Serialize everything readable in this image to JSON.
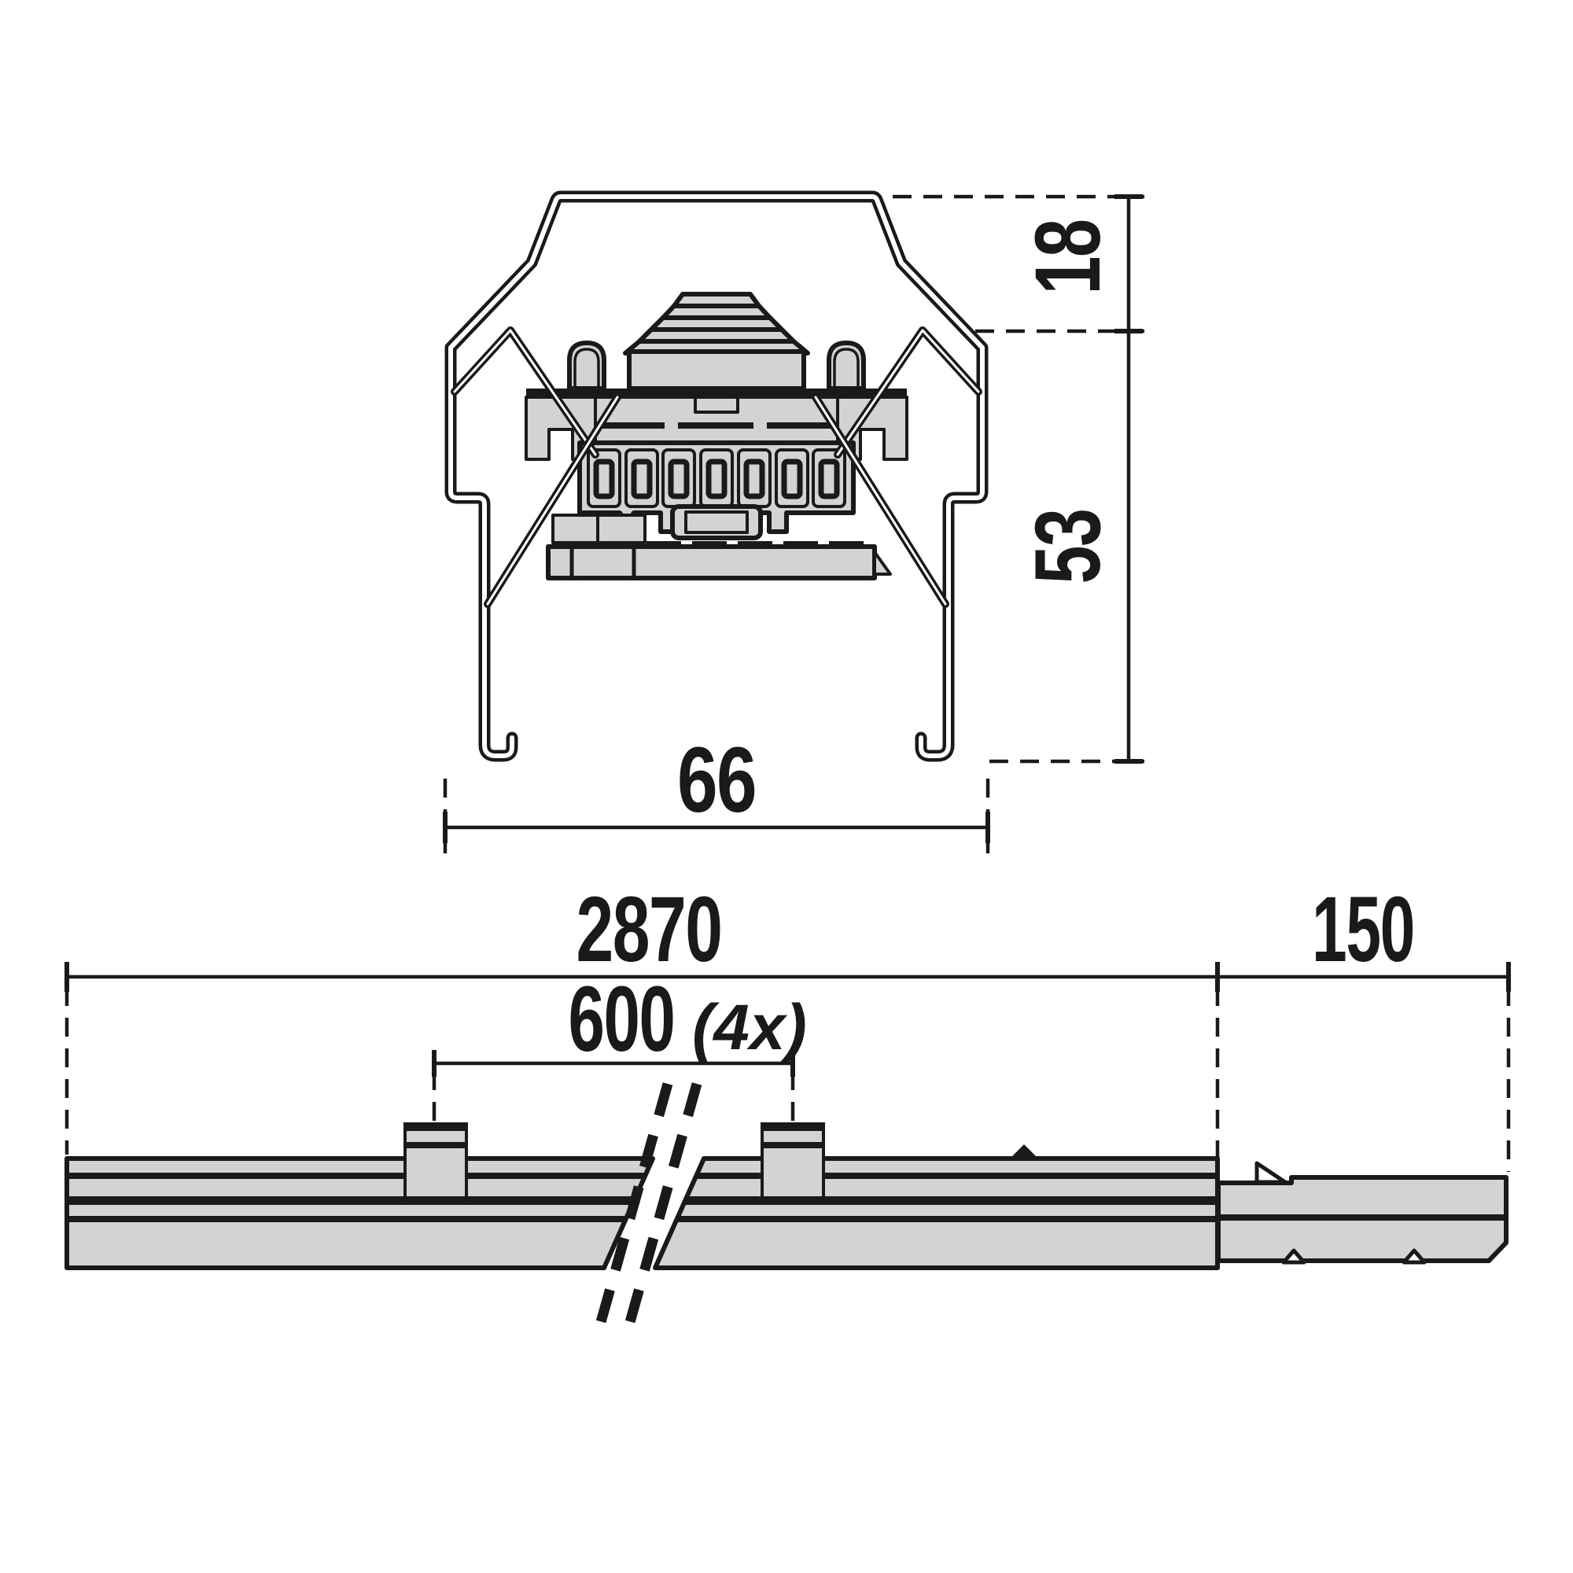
{
  "colors": {
    "line": "#1a1a1a",
    "fill": "#d3d3d3",
    "background": "#ffffff"
  },
  "cross_section_view": {
    "description": "cross section of trunking rail with mounting bracket, spring clips and 7-pole connector block",
    "dim_top_offset": "18",
    "dim_total_height": "53",
    "dim_width": "66"
  },
  "side_view": {
    "description": "side view of trunking rail with suspension bosses, break symbol and end connector piece",
    "dim_total_length": "2870",
    "dim_end_piece": "150",
    "dim_clip_pitch": "600",
    "dim_clip_pitch_qty": "(4x)"
  }
}
